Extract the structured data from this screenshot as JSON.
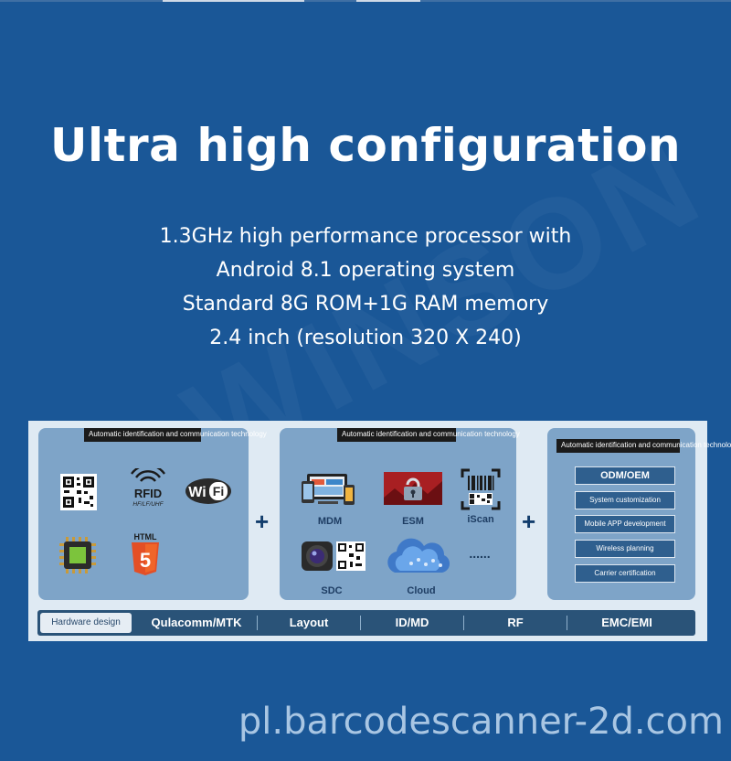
{
  "title": "Ultra high configuration",
  "specs": [
    "1.3GHz high performance processor with",
    "Android 8.1 operating system",
    "Standard 8G ROM+1G RAM memory",
    "2.4 inch (resolution 320 X 240)"
  ],
  "infographic": {
    "panels": [
      {
        "tag": "Automatic identification and communication technology",
        "icons": [
          "qr-code-icon",
          "rfid-icon",
          "wifi-icon",
          "chip-icon",
          "html5-icon"
        ],
        "labels": {
          "rfid_main": "RFID",
          "rfid_sub": "HF/LF/UHF",
          "wifi_w": "Wi",
          "wifi_f": "Fi",
          "html": "HTML",
          "html_num": "5"
        }
      },
      {
        "tag": "Automatic identification and communication technology",
        "items": [
          {
            "label": "MDM",
            "icon": "devices-icon"
          },
          {
            "label": "ESM",
            "icon": "lock-icon"
          },
          {
            "label": "iScan",
            "icon": "barcode-scan-icon"
          },
          {
            "label": "SDC",
            "icon": "camera-icon"
          },
          {
            "label": "Cloud",
            "icon": "cloud-icon"
          },
          {
            "label": "......",
            "icon": ""
          }
        ]
      },
      {
        "tag": "Automatic identification and communication technology",
        "services": [
          "ODM/OEM",
          "System customization",
          "Mobile APP development",
          "Wireless planning",
          "Carrier certification"
        ]
      }
    ],
    "plus": "+",
    "bar": [
      "Hardware design",
      "Qulacomm/MTK",
      "Layout",
      "ID/MD",
      "RF",
      "EMC/EMI"
    ]
  },
  "footer": "pl.barcodescanner-2d.com",
  "colors": {
    "background": "#1a5797",
    "panel": "#7ea4c8",
    "bar": "#2a5378",
    "tag": "#1b1b1b"
  }
}
